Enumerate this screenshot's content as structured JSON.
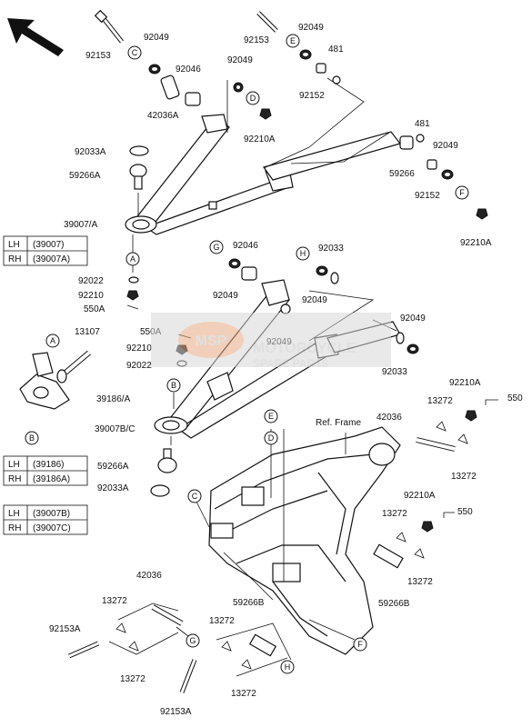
{
  "labels": {
    "p92153_top": "92153",
    "p92049_a": "92049",
    "p92153_b": "92153",
    "p92049_b": "92049",
    "p481_a": "481",
    "p92046_a": "92046",
    "p92049_c": "92049",
    "p42036A": "42036A",
    "p92152_a": "92152",
    "p92210A_a": "92210A",
    "p481_b": "481",
    "p92033A_a": "92033A",
    "p92049_d": "92049",
    "p59266A_a": "59266A",
    "p59266": "59266",
    "p92152_b": "92152",
    "p39007A": "39007/A",
    "p92210A_b": "92210A",
    "p92046_b": "92046",
    "p92033_a": "92033",
    "p92022_a": "92022",
    "p92049_e": "92049",
    "p92210_a": "92210",
    "p92049_f": "92049",
    "p550A_a": "550A",
    "p13107": "13107",
    "p550A_b": "550A",
    "p92210_b": "92210",
    "p92049_g": "92049",
    "p92022_b": "92022",
    "p92049_h": "92049",
    "p92033_b": "92033",
    "p39186A": "39186/A",
    "p92210A_c": "92210A",
    "p13272_a": "13272",
    "p550_a": "550",
    "p42036_a": "42036",
    "p39007BC": "39007B/C",
    "p_ref_frame": "Ref. Frame",
    "p13272_b": "13272",
    "p59266A_b": "59266A",
    "p92033A_b": "92033A",
    "p92210A_d": "92210A",
    "p550_b": "550",
    "p13272_c": "13272",
    "p13272_d": "13272",
    "p42036_b": "42036",
    "p59266B_a": "59266B",
    "p59266B_b": "59266B",
    "p13272_e": "13272",
    "p92153A_a": "92153A",
    "p13272_f": "13272",
    "p13272_g": "13272",
    "p13272_h": "13272",
    "p92153A_b": "92153A"
  },
  "tables": {
    "t1": {
      "r1_side": "LH",
      "r1_part": "(39007)",
      "r2_side": "RH",
      "r2_part": "(39007A)"
    },
    "t2": {
      "r1_side": "LH",
      "r1_part": "(39186)",
      "r2_side": "RH",
      "r2_part": "(39186A)"
    },
    "t3": {
      "r1_side": "LH",
      "r1_part": "(39007B)",
      "r2_side": "RH",
      "r2_part": "(39007C)"
    }
  },
  "ref_letters": {
    "A": "A",
    "B": "B",
    "C": "C",
    "D": "D",
    "E": "E",
    "F": "F",
    "G": "G",
    "H": "H"
  },
  "watermark": {
    "line1": "MOTORCYCLE",
    "line2": "SPARE PARTS",
    "logo": "MSP"
  },
  "icons": {
    "direction": "front-direction-arrow-icon"
  }
}
